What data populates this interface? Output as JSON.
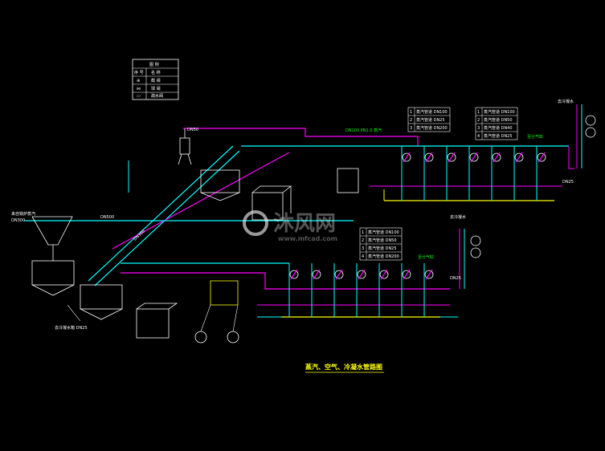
{
  "colors": {
    "background": "#000000",
    "steam_line": "#ff00ff",
    "air_line": "#00ffff",
    "cond_line": "#ffff00",
    "equipment": "#ffffff",
    "label_green": "#00ff00",
    "watermark": "#ffffff"
  },
  "legend_table": {
    "header": "图 例",
    "rows": [
      [
        "序 号",
        "名 称"
      ],
      [
        "⊕",
        "截 阀"
      ],
      [
        "⋈",
        "球 阀"
      ],
      [
        "▭",
        "疏水阀"
      ]
    ]
  },
  "labels": {
    "tank_top": "DN50",
    "main_steam": "DN100 PN1.0 蒸汽",
    "air_main_left": "DN500",
    "air_main_left2": "DN300",
    "left_inlet": "来自锅炉蒸汽",
    "left_inlet_dn": "DN300",
    "left_return": "去冷凝水箱 DN25",
    "mid_diag": "DN300",
    "upper_tag": "DN25",
    "lower_tag": "DN25",
    "upper_right_tag": "至分气缸",
    "lower_right_tag": "至分气缸",
    "upper_far_right": "去冷凝水",
    "lower_far_right": "去冷凝水"
  },
  "branch_table_upper_left": [
    {
      "n": "1",
      "t": "蒸汽管道 DN100"
    },
    {
      "n": "2",
      "t": "蒸汽管道 DN25"
    },
    {
      "n": "3",
      "t": "蒸汽管道 DN200"
    }
  ],
  "branch_table_upper_right": [
    {
      "n": "1",
      "t": "蒸汽管道 DN100"
    },
    {
      "n": "2",
      "t": "蒸汽管道 DN50"
    },
    {
      "n": "3",
      "t": "蒸汽管道 DN40"
    },
    {
      "n": "4",
      "t": "蒸汽管道 DN25"
    }
  ],
  "branch_table_lower": [
    {
      "n": "1",
      "t": "蒸汽管道 DN100"
    },
    {
      "n": "2",
      "t": "蒸汽管道 DN50"
    },
    {
      "n": "3",
      "t": "蒸汽管道 DN25"
    },
    {
      "n": "4",
      "t": "蒸汽管道 DN200"
    }
  ],
  "drawing_title": "蒸汽、空气、冷凝水管路图",
  "watermark": {
    "text_cn": "沐风网",
    "text_url": "www.mfcad.com"
  }
}
